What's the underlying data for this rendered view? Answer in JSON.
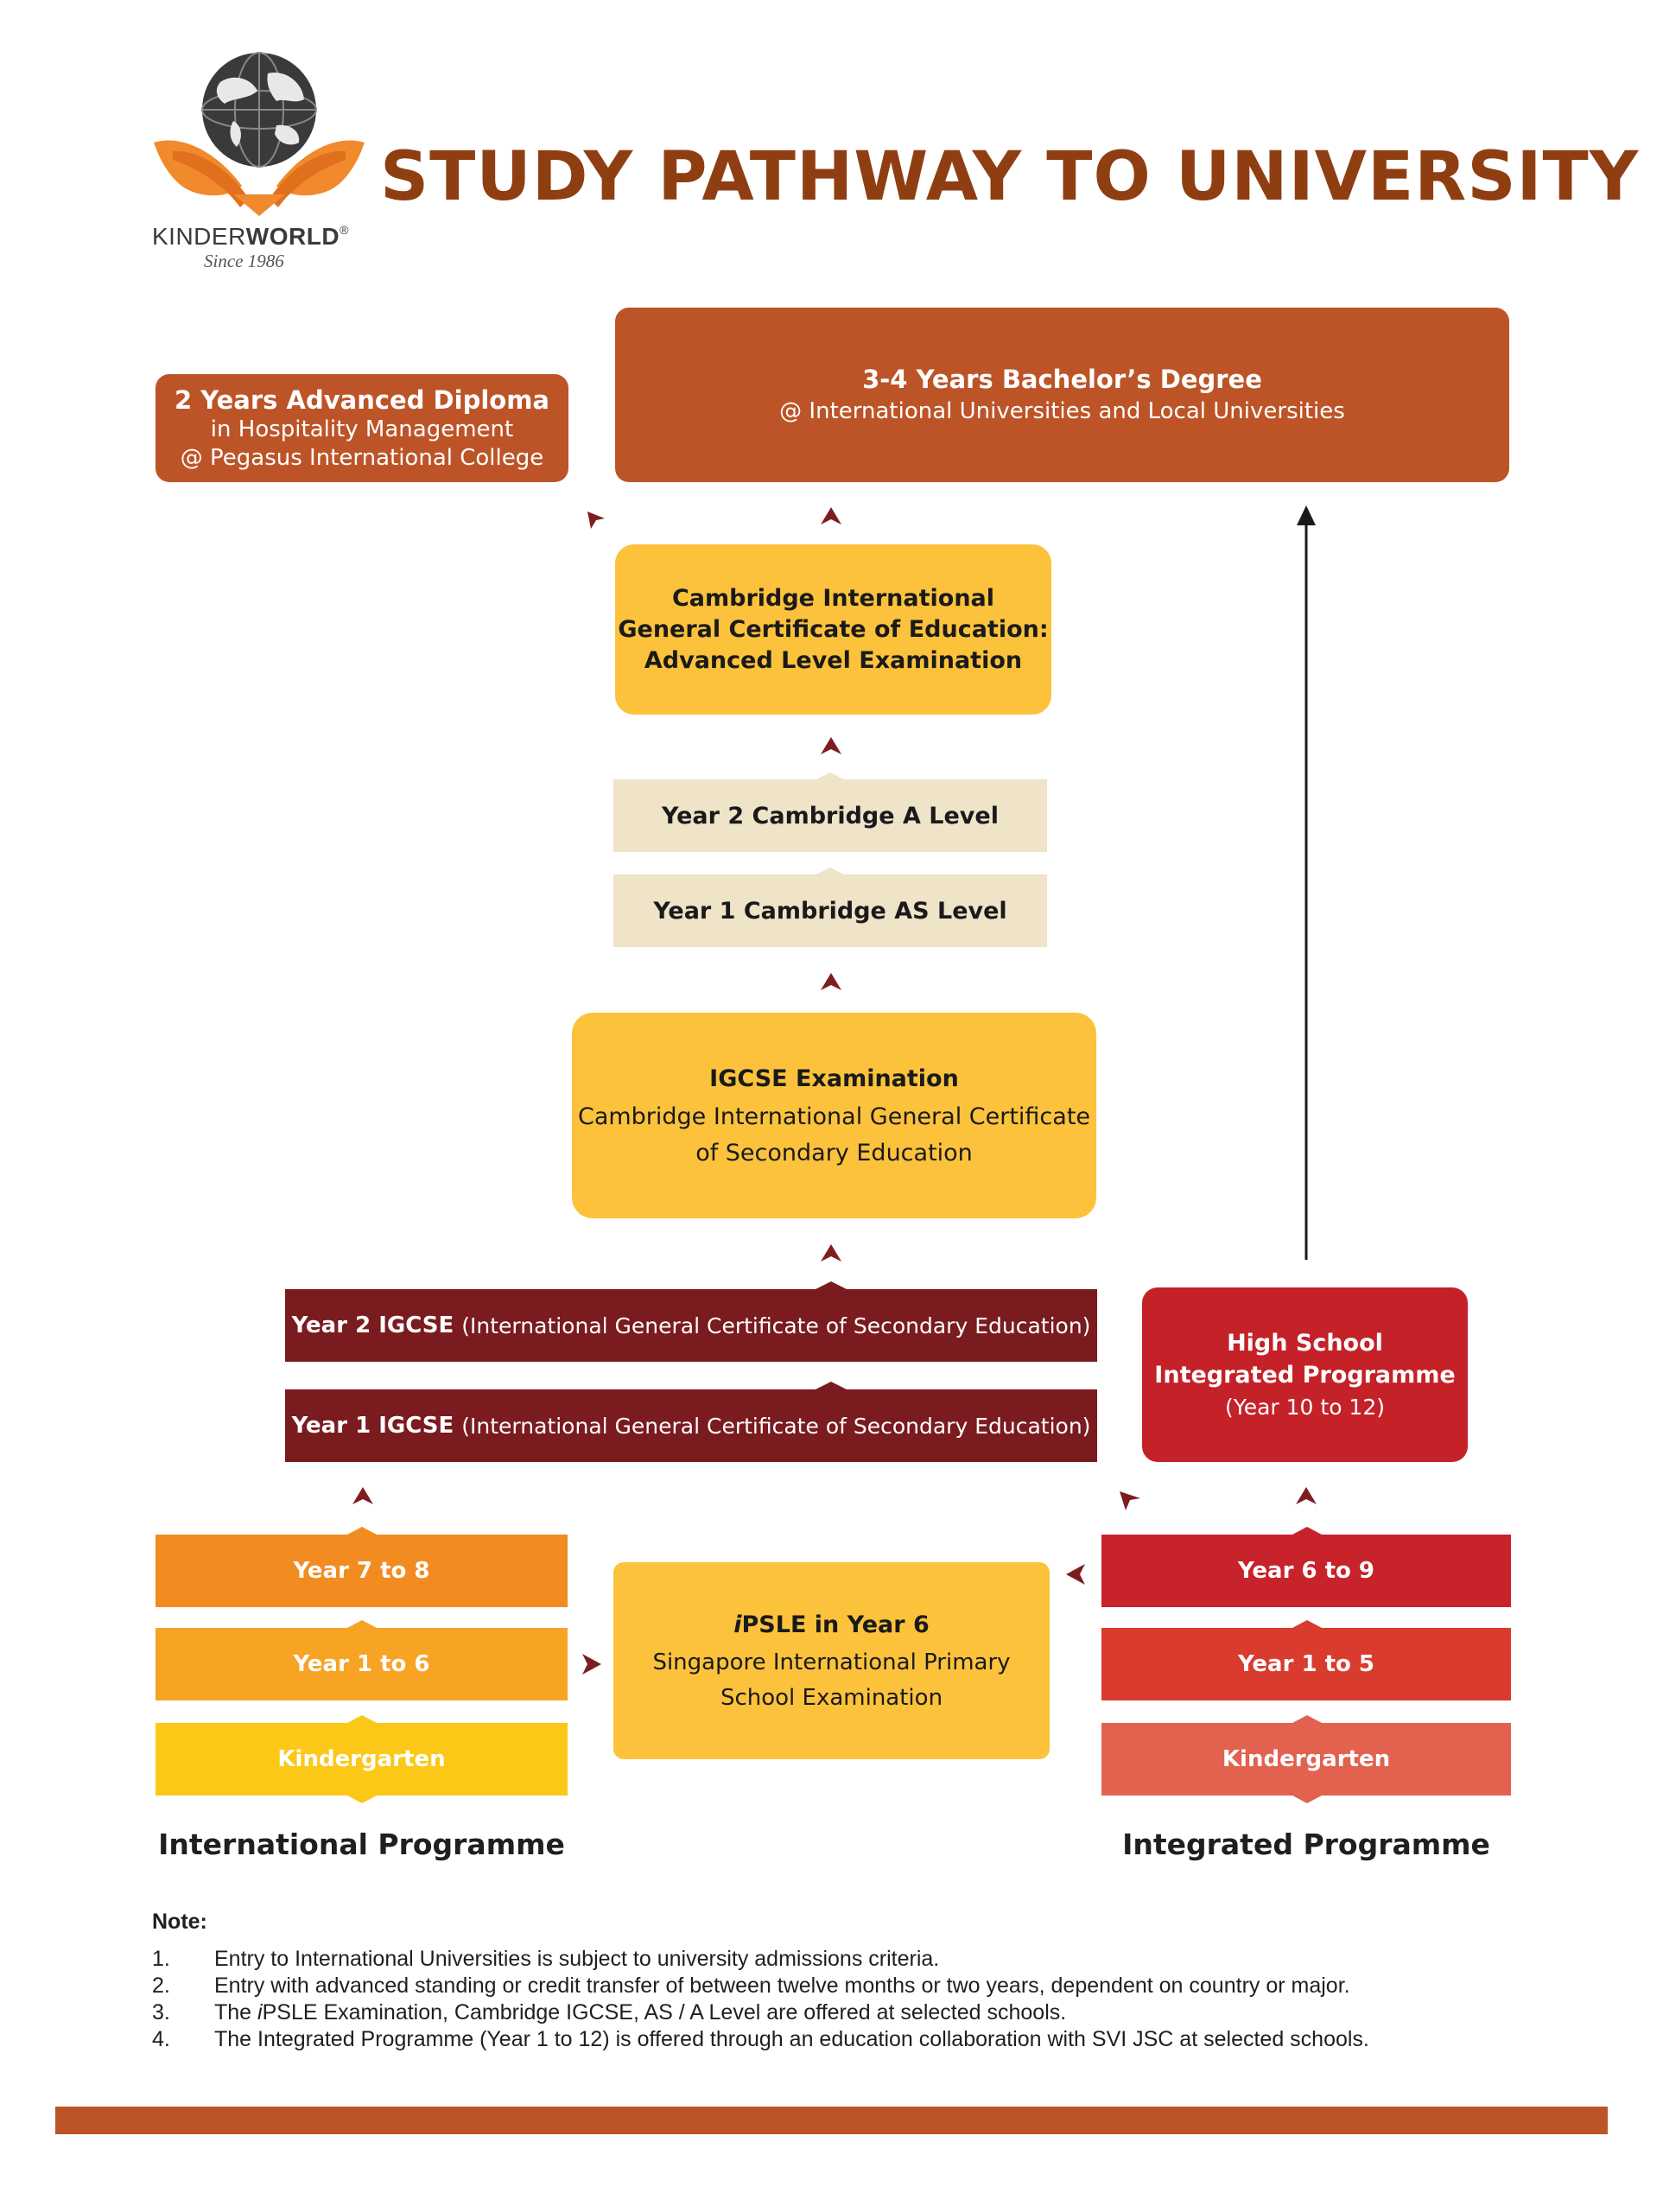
{
  "brand": {
    "name_light": "KINDER",
    "name_bold": "WORLD",
    "registered": "®",
    "since": "Since 1986",
    "logo_icon": "globe-with-hands-logo"
  },
  "title": "STUDY PATHWAY TO UNIVERSITY",
  "colors": {
    "title": "#8f3e12",
    "university_box": "#bd5427",
    "exam_yellow": "#fcc23c",
    "cream": "#efe3c8",
    "igcse_maroon": "#7a1b1f",
    "high_school_red": "#c52128",
    "intl_orange_dark": "#f28c21",
    "intl_orange": "#f7a323",
    "intl_yellow": "#fcc817",
    "integ_red_dark": "#c8222a",
    "integ_red": "#d93b2f",
    "integ_red_light": "#e2614f",
    "arrow": "#7e1d1f",
    "footer_bar": "#bd5427"
  },
  "nodes": {
    "diploma": {
      "title": "2 Years Advanced Diploma",
      "line2": "in Hospitality Management",
      "line3": "@ Pegasus International College"
    },
    "bachelor": {
      "title": "3-4 Years Bachelor’s Degree",
      "line2": "@ International Universities and Local Universities"
    },
    "a_level_exam": {
      "line1": "Cambridge International",
      "line2": "General Certificate of Education:",
      "line3": "Advanced Level Examination"
    },
    "year2_a_level": "Year 2 Cambridge A Level",
    "year1_as_level": "Year 1 Cambridge AS Level",
    "igcse_exam": {
      "title": "IGCSE Examination",
      "line2": "Cambridge International General Certificate",
      "line3": "of Secondary Education"
    },
    "year2_igcse": {
      "bold": "Year 2 IGCSE",
      "rest": "(International General Certificate of Secondary Education)"
    },
    "year1_igcse": {
      "bold": "Year 1 IGCSE",
      "rest": "(International General Certificate of Secondary Education)"
    },
    "high_school": {
      "line1": "High School",
      "line2": "Integrated Programme",
      "line3": "(Year 10 to 12)"
    },
    "intl_year7_8": "Year 7 to 8",
    "intl_year1_6": "Year 1 to 6",
    "intl_kindergarten": "Kindergarten",
    "ipsle": {
      "title_italic": "i",
      "title_rest": "PSLE in Year 6",
      "line2": "Singapore International Primary",
      "line3": "School Examination"
    },
    "integ_year6_9": "Year 6 to 9",
    "integ_year1_5": "Year 1 to 5",
    "integ_kindergarten": "Kindergarten"
  },
  "columns": {
    "international": "International Programme",
    "integrated": "Integrated Programme"
  },
  "notes": {
    "heading": "Note:",
    "items": [
      {
        "num": "1.",
        "text": "Entry to International Universities is subject to university admissions criteria."
      },
      {
        "num": "2.",
        "text": "Entry with advanced standing or credit transfer of between twelve months or two years, dependent on country or major."
      },
      {
        "num": "3.",
        "text_pre": "The ",
        "text_italic": "i",
        "text_post": "PSLE Examination, Cambridge IGCSE, AS / A Level are offered at selected schools."
      },
      {
        "num": "4.",
        "text": "The Integrated Programme (Year 1 to 12) is offered through an education collaboration with SVI JSC at selected schools."
      }
    ]
  }
}
